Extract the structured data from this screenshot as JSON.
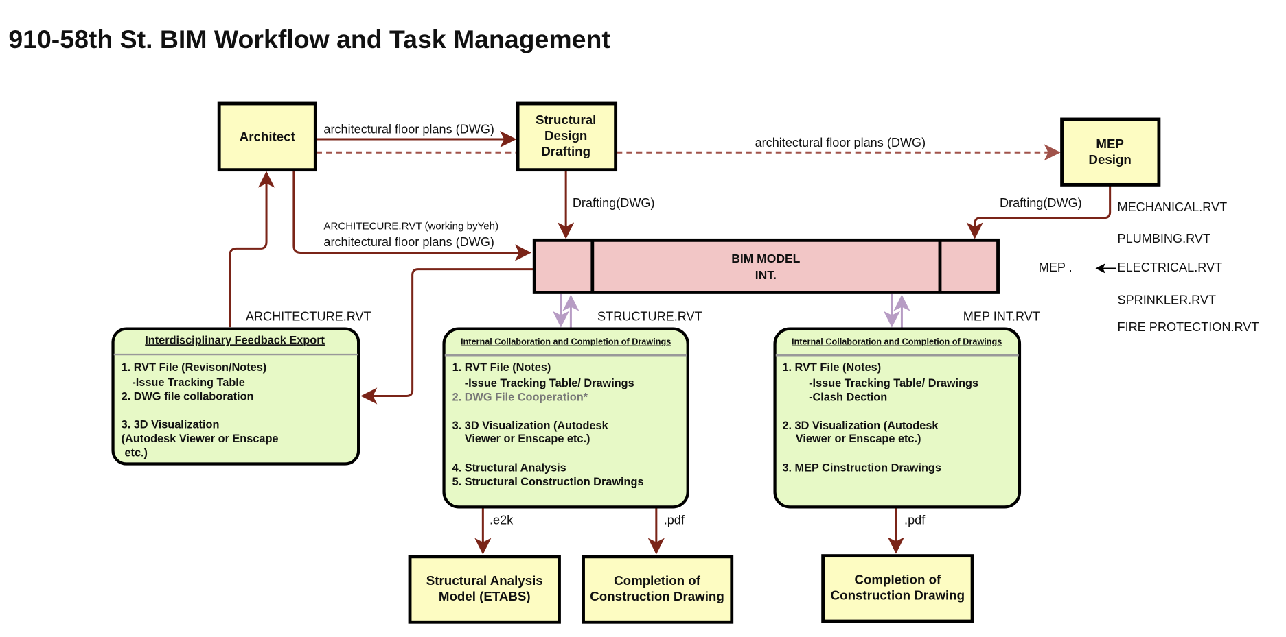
{
  "title": "910-58th St. BIM Workflow and Task Management",
  "colors": {
    "box_fill": "#fdfcc2",
    "panel_fill": "#e7f9c6",
    "bim_fill": "#f2c6c6",
    "arrow": "#7a2418",
    "exchange_arrow": "#b79cc4"
  },
  "nodes": {
    "architect": "Architect",
    "structural": [
      "Structural",
      "Design",
      "Drafting"
    ],
    "mep": [
      "MEP",
      "Design"
    ],
    "bim": [
      "BIM MODEL",
      "INT."
    ],
    "etabs": [
      "Structural Analysis",
      "Model (ETABS)"
    ],
    "completion_struct": [
      "Completion of",
      "Construction Drawing"
    ],
    "completion_mep": [
      "Completion of",
      "Construction Drawing"
    ]
  },
  "edges": {
    "arch_to_struct": "architectural floor plans (DWG)",
    "arch_to_mep": "architectural floor plans (DWG)",
    "struct_to_bim": "Drafting(DWG)",
    "mep_to_bim": "Drafting(DWG)",
    "arch_to_bim_note": "ARCHITECURE.RVT (working byYeh)",
    "arch_to_bim": "architectural floor plans (DWG)",
    "feedback_to_arch": "ARCHITECTURE.RVT",
    "structure_exchange": "STRUCTURE.RVT",
    "mep_exchange": "MEP INT.RVT",
    "e2k": ".e2k",
    "pdf_struct": ".pdf",
    "pdf_mep": ".pdf"
  },
  "mep_files": {
    "label": "MEP .",
    "items": [
      "MECHANICAL.RVT",
      "PLUMBING.RVT",
      "ELECTRICAL.RVT",
      "SPRINKLER.RVT",
      "FIRE PROTECTION.RVT"
    ]
  },
  "panels": {
    "feedback": {
      "header": "Interdisciplinary Feedback Export",
      "lines": [
        "1. RVT File (Revison/Notes)",
        "-Issue Tracking Table",
        "2. DWG file collaboration",
        "3. 3D Visualization",
        "(Autodesk Viewer or Enscape",
        "etc.)"
      ]
    },
    "structural": {
      "header": "Internal Collaboration and Completion of Drawings",
      "lines": [
        "1. RVT File (Notes)",
        "-Issue Tracking Table/ Drawings",
        "2. DWG File Cooperation*",
        "3. 3D Visualization (Autodesk",
        "Viewer or Enscape etc.)",
        "4. Structural Analysis",
        "5. Structural Construction Drawings"
      ]
    },
    "mep": {
      "header": "Internal Collaboration and Completion of Drawings",
      "lines": [
        "1. RVT File (Notes)",
        "-Issue Tracking Table/ Drawings",
        "-Clash Dection",
        "2. 3D Visualization (Autodesk",
        "Viewer or Enscape etc.)",
        "3. MEP Cinstruction Drawings"
      ]
    }
  }
}
